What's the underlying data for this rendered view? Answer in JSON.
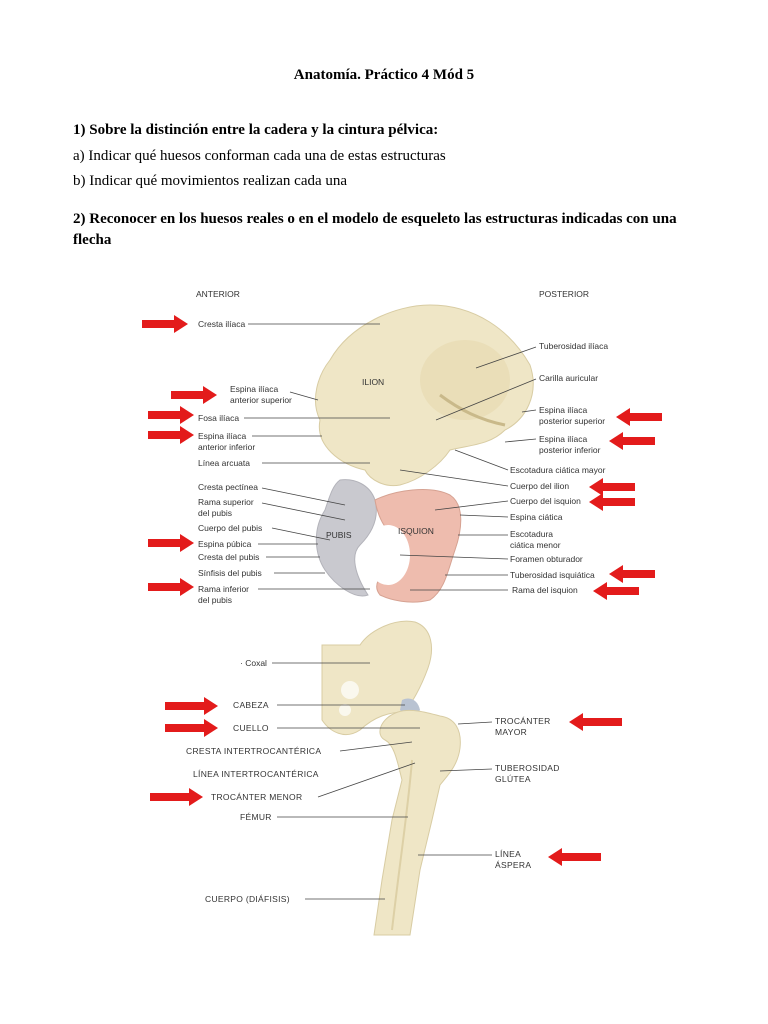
{
  "document": {
    "title": "Anatomía. Práctico 4 Mód 5",
    "question1": {
      "heading": "1) Sobre la distinción entre la cadera y la cintura pélvica:",
      "item_a": "a)  Indicar qué huesos conforman cada una de estas estructuras",
      "item_b": "b) Indicar qué movimientos realizan cada una"
    },
    "question2": {
      "heading": "2) Reconocer en los huesos reales o en el modelo de esqueleto las estructuras indicadas con una flecha"
    }
  },
  "figure_hip": {
    "anterior": "ANTERIOR",
    "posterior": "POSTERIOR",
    "region_ilion": "ILION",
    "region_pubis": "PUBIS",
    "region_isquion": "ISQUION",
    "left_labels": {
      "cresta_iliaca": "Cresta ilíaca",
      "espina_ant_sup_1": "Espina ilíaca",
      "espina_ant_sup_2": "anterior superior",
      "fosa_iliaca": "Fosa ilíaca",
      "espina_ant_inf_1": "Espina ilíaca",
      "espina_ant_inf_2": "anterior inferior",
      "linea_arcuata": "Línea arcuata",
      "cresta_pectinea": "Cresta pectínea",
      "rama_sup_1": "Rama superior",
      "rama_sup_2": "del pubis",
      "cuerpo_pubis": "Cuerpo del pubis",
      "espina_pubica": "Espina púbica",
      "cresta_pubis": "Cresta del pubis",
      "sinfisis": "Sínfisis del pubis",
      "rama_inf_1": "Rama inferior",
      "rama_inf_2": "del pubis"
    },
    "right_labels": {
      "tuberosidad_iliaca": "Tuberosidad ilíaca",
      "carilla_auricular": "Carilla auricular",
      "espina_post_sup_1": "Espina ilíaca",
      "espina_post_sup_2": "posterior superior",
      "espina_post_inf_1": "Espina ilíaca",
      "espina_post_inf_2": "posterior inferior",
      "escotadura_mayor": "Escotadura ciática mayor",
      "cuerpo_ilion": "Cuerpo del ilion",
      "cuerpo_isquion": "Cuerpo del isquion",
      "espina_ciatica": "Espina ciática",
      "escotadura_menor_1": "Escotadura",
      "escotadura_menor_2": "ciática menor",
      "foramen": "Foramen obturador",
      "tuberosidad_isquiatica": "Tuberosidad isquiática",
      "rama_isquion": "Rama del isquion"
    }
  },
  "figure_femur": {
    "left_labels": {
      "coxal": "Coxal",
      "cabeza": "CABEZA",
      "cuello": "CUELLO",
      "cresta_intertrocanterica": "CRESTA INTERTROCANTÉRICA",
      "linea_intertrocanterica": "LÍNEA INTERTROCANTÉRICA",
      "trocanter_menor": "TROCÁNTER MENOR",
      "femur": "FÉMUR",
      "cuerpo": "CUERPO (DIÁFISIS)"
    },
    "right_labels": {
      "trocanter_mayor_1": "TROCÁNTER",
      "trocanter_mayor_2": "MAYOR",
      "tuberosidad_glutea_1": "TUBEROSIDAD",
      "tuberosidad_glutea_2": "GLÚTEA",
      "linea_aspera_1": "LÍNEA",
      "linea_aspera_2": "ÁSPERA"
    }
  },
  "colors": {
    "arrow": "#e31b1b",
    "bone": "#efe6c6",
    "pubis": "#c9c9cf",
    "isquion": "#eebcae"
  }
}
